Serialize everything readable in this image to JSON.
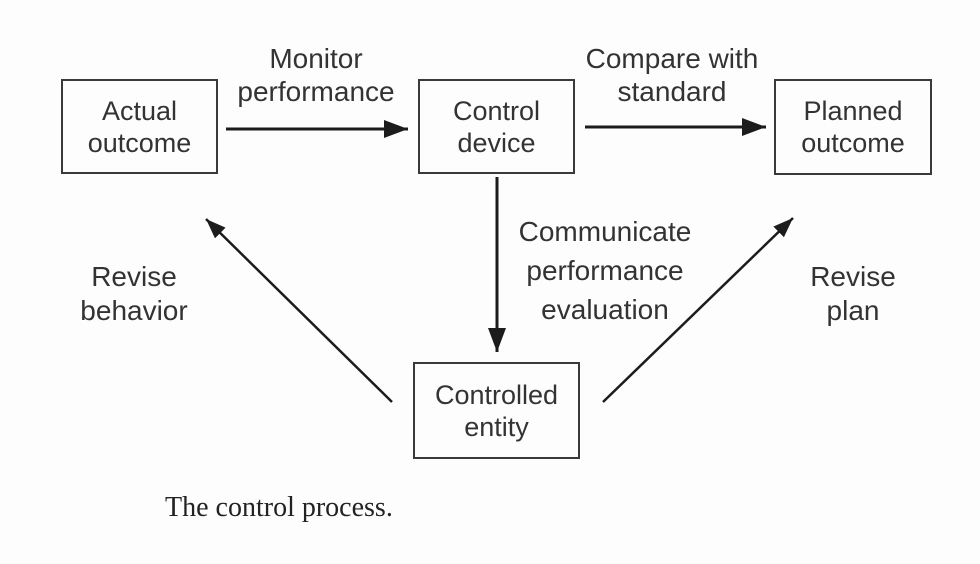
{
  "diagram": {
    "caption": "The control process.",
    "nodes": {
      "actual_outcome": "Actual\noutcome",
      "control_device": "Control\ndevice",
      "planned_outcome": "Planned\noutcome",
      "controlled_entity": "Controlled\nentity"
    },
    "edges": {
      "monitor_performance": "Monitor\nperformance",
      "compare_with_standard": "Compare with\nstandard",
      "communicate_performance_evaluation": "Communicate\nperformance\nevaluation",
      "revise_behavior": "Revise\nbehavior",
      "revise_plan": "Revise\nplan"
    },
    "colors": {
      "background": "#fdfdfd",
      "box_border": "#3a3a3a",
      "arrow": "#1c1c1c",
      "text": "#333333",
      "caption_text": "#222222"
    }
  }
}
